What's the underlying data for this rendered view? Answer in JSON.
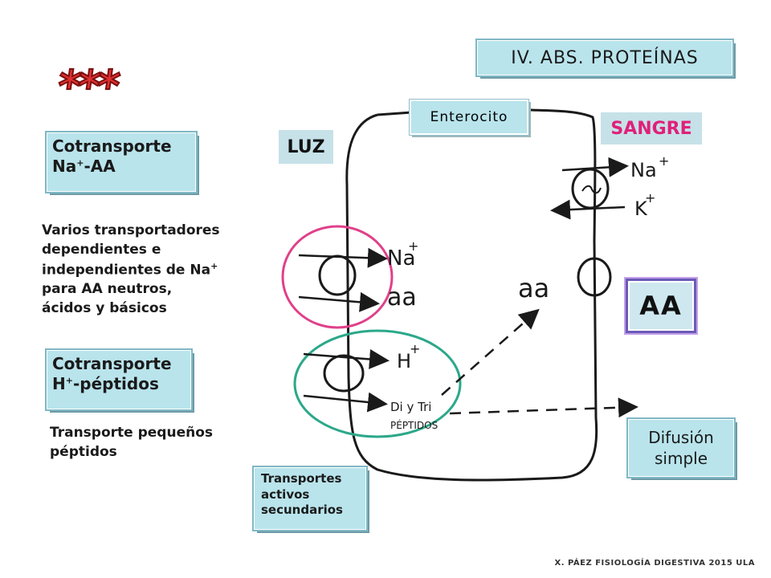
{
  "header": {
    "title": "IV. ABS. PROTEÍNAS",
    "stars": "***"
  },
  "labels": {
    "enterocito": "Enterocito",
    "sangre": "SANGRE",
    "luz": "LUZ",
    "aa_box": "AA",
    "difusion_line1": "Difusión",
    "difusion_line2": "simple",
    "transportes": [
      "Transportes",
      "activos",
      "secundarios"
    ]
  },
  "cotransporte_na": {
    "line1": "Cotransporte",
    "line2_base": "Na",
    "line2_sup": "+",
    "line2_rest": "-AA"
  },
  "cotransporte_h": {
    "line1": "Cotransporte",
    "line2_base": "H",
    "line2_sup": "+",
    "line2_rest": "-péptidos"
  },
  "description_na": {
    "lines": [
      "Varios transportadores",
      "dependientes e",
      "independientes de Na",
      "para AA neutros,",
      "ácidos y básicos"
    ],
    "sup": "+"
  },
  "description_h": {
    "lines": [
      "Transporte pequeños",
      "péptidos"
    ]
  },
  "handwritten": {
    "na_apical": "Na",
    "aa_apical": "aa",
    "aa_cell": "aa",
    "h_apical": "H",
    "peptidos_line1": "Di y Tri",
    "peptidos_line2": "PÉPTIDOS",
    "na_basal": "Na",
    "k_basal": "K",
    "plus": "+"
  },
  "footer": {
    "text": "X. PÁEZ   FISIOLOGÍA DIGESTIVA 2015  ULA"
  },
  "colors": {
    "stars": "#e03030",
    "sangre_text": "#e0207a",
    "pink_circle": "#e0408a",
    "green_circle": "#2ca88a",
    "box_teal": "#b9e4ec"
  }
}
